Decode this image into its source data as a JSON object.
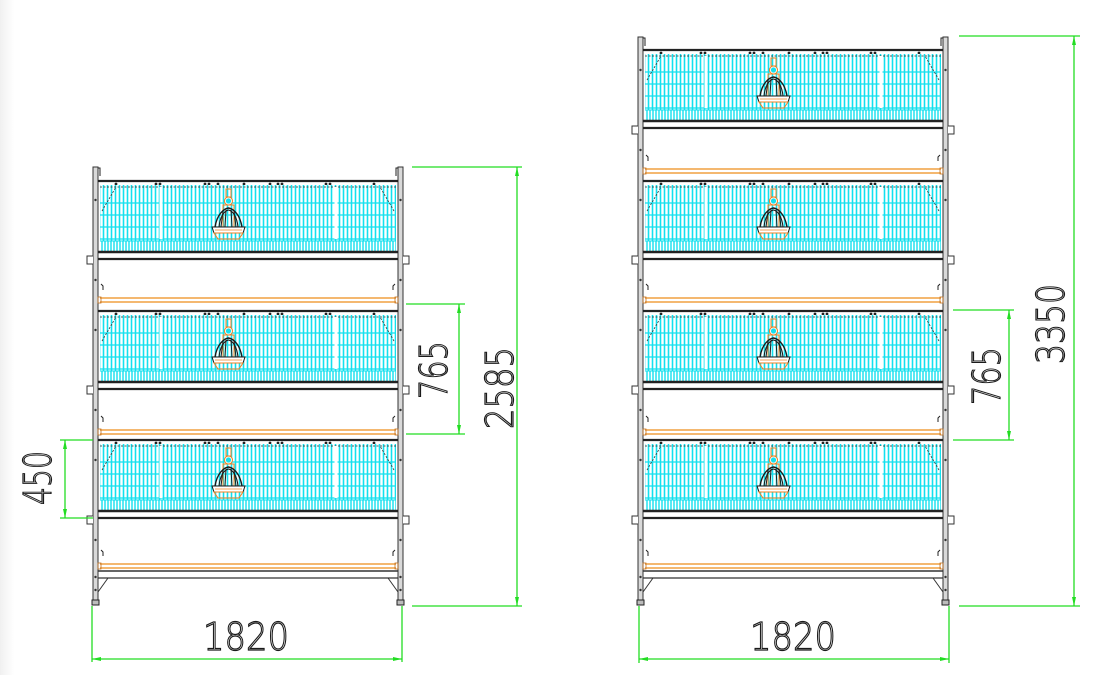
{
  "drawing": {
    "type": "Cage elevation drawing (front view)",
    "colors": {
      "dimension": "#22dd22",
      "mesh": "#00e5f0",
      "mesh_line": "#40f0f8",
      "frame": "#333333",
      "post_fill": "#d8d8d8",
      "trough": "#f0a040",
      "feeder_orange": "#f08020",
      "text": "#222222"
    }
  },
  "left_unit": {
    "name": "3-tier cage",
    "tiers": 3,
    "width_label": "1820",
    "height_label": "2585",
    "tier_pitch_label": "765",
    "cage_height_label": "450"
  },
  "right_unit": {
    "name": "4-tier cage",
    "tiers": 4,
    "width_label": "1820",
    "height_label": "3350",
    "tier_pitch_label": "765"
  }
}
